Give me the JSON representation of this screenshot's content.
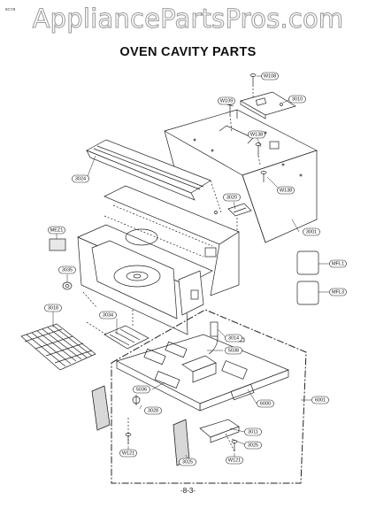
{
  "header": {
    "corner_code": "6CY8",
    "watermark": "AppliancePartsPros.com",
    "title": "OVEN CAVITY PARTS"
  },
  "footer": {
    "page_number": "-8-3-"
  },
  "callouts": [
    {
      "id": "w108",
      "text": "W108"
    },
    {
      "id": "p3010",
      "text": "3010"
    },
    {
      "id": "w109",
      "text": "W109"
    },
    {
      "id": "w138a",
      "text": "W138"
    },
    {
      "id": "p3024",
      "text": "3024"
    },
    {
      "id": "p3020",
      "text": "3020"
    },
    {
      "id": "w138b",
      "text": "W138"
    },
    {
      "id": "p3001",
      "text": "3001"
    },
    {
      "id": "mez1",
      "text": "MEZ1"
    },
    {
      "id": "mfl1",
      "text": "MFL1"
    },
    {
      "id": "p3035",
      "text": "3035"
    },
    {
      "id": "mfl3",
      "text": "MFL3"
    },
    {
      "id": "p3018",
      "text": "3018"
    },
    {
      "id": "p3034",
      "text": "3034"
    },
    {
      "id": "p3014",
      "text": "3014"
    },
    {
      "id": "p5038",
      "text": "5038"
    },
    {
      "id": "p5036",
      "text": "5036"
    },
    {
      "id": "p6000",
      "text": "6000"
    },
    {
      "id": "p6001",
      "text": "6001"
    },
    {
      "id": "p3028",
      "text": "3028"
    },
    {
      "id": "p3011",
      "text": "3011"
    },
    {
      "id": "p3025a",
      "text": "3025"
    },
    {
      "id": "w121a",
      "text": "W121"
    },
    {
      "id": "p3025b",
      "text": "3025"
    },
    {
      "id": "w121b",
      "text": "W121"
    }
  ]
}
